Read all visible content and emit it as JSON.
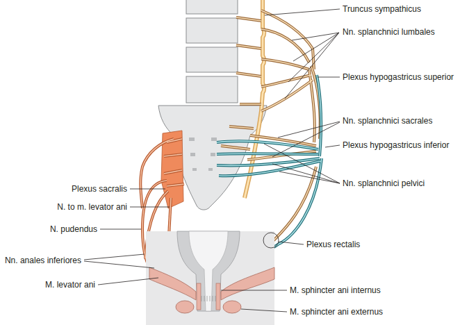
{
  "diagram": {
    "labels": [
      "Truncus sympathicus",
      "Nn. splanchnici lumbales",
      "Plexus hypogastricus superior",
      "Nn. splanchnici sacrales",
      "Plexus hypogastricus inferior",
      "Nn. splanchnici pelvici",
      "Plexus sacralis",
      "N. to m. levator ani",
      "N. pudendus",
      "Nn. anales inferiores",
      "M. levator ani",
      "Plexus rectalis",
      "M. sphincter ani internus",
      "M. sphincter ani externus"
    ]
  }
}
